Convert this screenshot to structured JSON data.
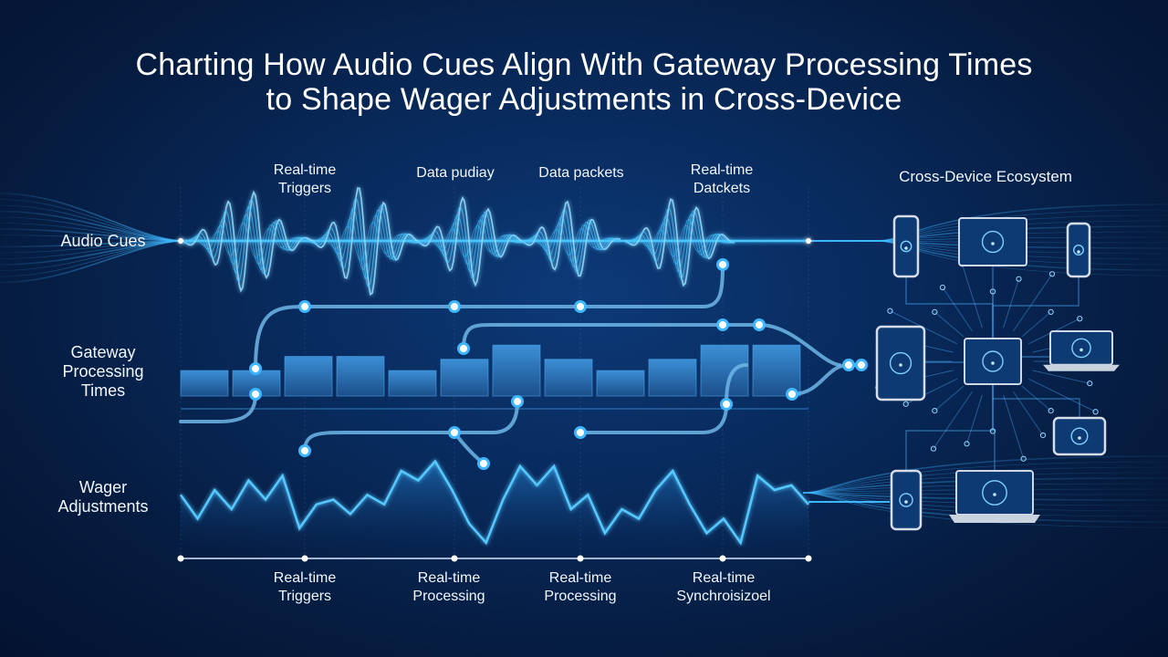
{
  "title": {
    "line1": "Charting How Audio Cues Align With Gateway Processing Times",
    "line2": "to Shape Wager Adjustments in Cross-Device"
  },
  "rows": {
    "audio": "Audio Cues",
    "gateway_1": "Gateway",
    "gateway_2": "Processing",
    "gateway_3": "Times",
    "wager_1": "Wager",
    "wager_2": "Adjustments"
  },
  "top_labels": [
    {
      "line1": "Real-time",
      "line2": "Triggers"
    },
    {
      "line1": "Data pudiay",
      "line2": ""
    },
    {
      "line1": "Data packets",
      "line2": ""
    },
    {
      "line1": "Real-time",
      "line2": "Datckets"
    }
  ],
  "bottom_labels": [
    {
      "line1": "Real-time",
      "line2": "Triggers"
    },
    {
      "line1": "Real-time",
      "line2": "Processing"
    },
    {
      "line1": "Real-time",
      "line2": "Processing"
    },
    {
      "line1": "Real-time",
      "line2": "Synchroisizoel"
    }
  ],
  "ecosystem": {
    "title": "Cross-Device Ecosystem",
    "devices": [
      "phone",
      "monitor",
      "phone",
      "tablet",
      "monitor",
      "laptop",
      "tablet",
      "phone",
      "laptop"
    ]
  },
  "gateway_bars": [
    0.45,
    0.45,
    0.7,
    0.7,
    0.45,
    0.65,
    0.9,
    0.65,
    0.45,
    0.65,
    0.9,
    0.9
  ],
  "wager_series": [
    0.55,
    0.3,
    0.6,
    0.4,
    0.7,
    0.5,
    0.75,
    0.2,
    0.45,
    0.5,
    0.35,
    0.55,
    0.45,
    0.8,
    0.7,
    0.9,
    0.6,
    0.25,
    0.05,
    0.5,
    0.85,
    0.65,
    0.85,
    0.4,
    0.55,
    0.15,
    0.4,
    0.3,
    0.6,
    0.8,
    0.45,
    0.15,
    0.3,
    0.05,
    0.75,
    0.6,
    0.65,
    0.45
  ],
  "colors": {
    "accent": "#3fb7ff",
    "wave": "#48c4ff",
    "bar": "#2f7fc4",
    "line": "#6fb6e8",
    "node": "#ffffff"
  }
}
